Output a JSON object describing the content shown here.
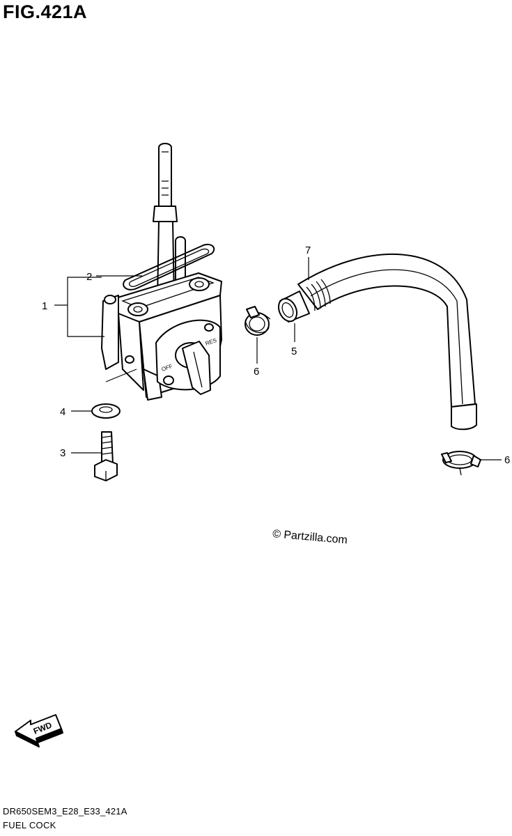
{
  "figure": {
    "title": "FIG.421A",
    "model_code": "DR650SEM3_E28_E33_421A",
    "caption": "FUEL COCK",
    "watermark": "© Partzilla.com",
    "direction_label": "FWD"
  },
  "callouts": {
    "c1": "1",
    "c2": "2",
    "c3": "3",
    "c4": "4",
    "c5": "5",
    "c6a": "6",
    "c6b": "6",
    "c7": "7"
  },
  "valve_marks": {
    "off": "OFF",
    "res": "RES"
  }
}
